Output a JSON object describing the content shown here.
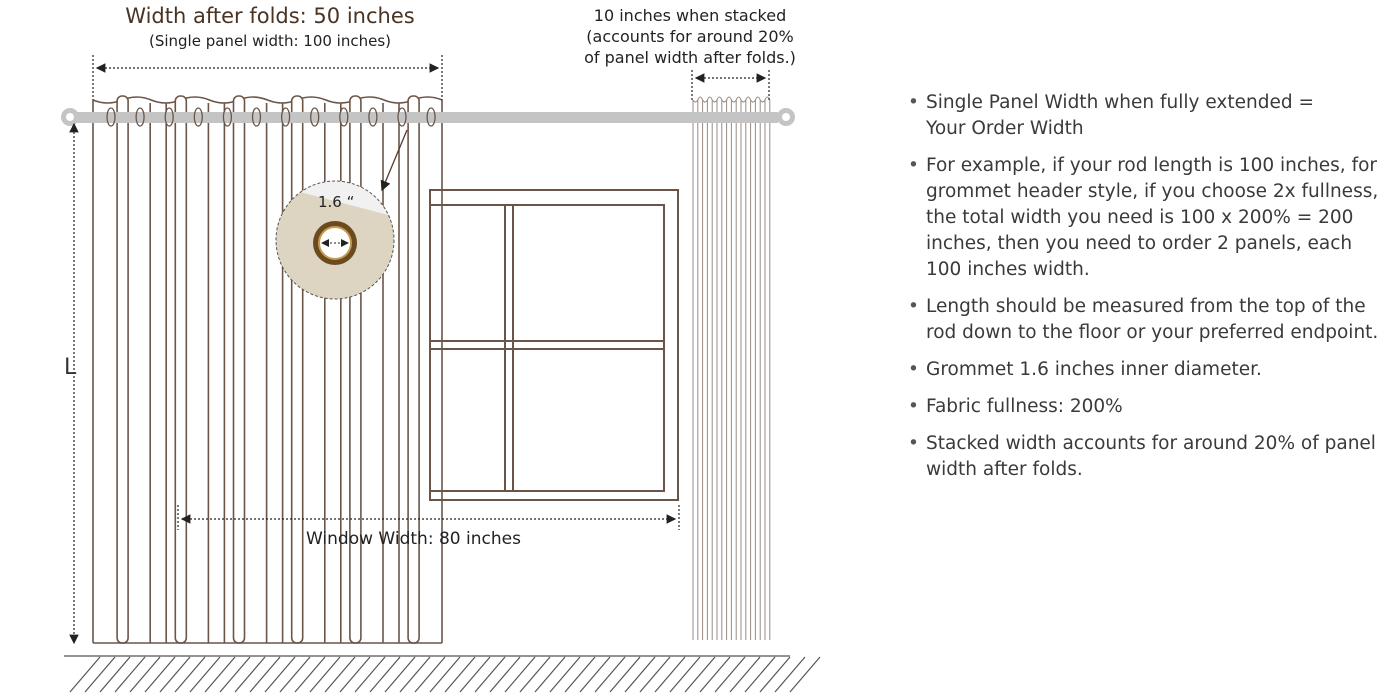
{
  "diagram": {
    "width_title": "Width after folds: 50 inches",
    "width_subtitle": "(Single panel width: 100 inches)",
    "stacked_label": [
      "10 inches when stacked",
      "(accounts for around 20%",
      "of panel width after folds.)"
    ],
    "grommet_label": "1.6 “",
    "length_label": "L",
    "window_label": "Window Width: 80 inches",
    "colors": {
      "line": "#6b5548",
      "title": "#4a3322",
      "rod": "#bdbdbd",
      "fabric": "#e3dccb",
      "grommet": "#6b4a1e"
    }
  },
  "notes": [
    "Single Panel Width when fully extended = Your Order Width",
    "For example, if your rod length is 100 inches, for grommet header style, if you choose 2x fullness, the total width you need is 100 x 200% = 200 inches, then you need to order 2 panels, each 100 inches width.",
    "Length should be measured from the top of the rod down to the floor or your preferred endpoint.",
    "Grommet 1.6 inches inner diameter.",
    "Fabric fullness: 200%",
    "Stacked width accounts for around 20% of panel width after folds."
  ]
}
